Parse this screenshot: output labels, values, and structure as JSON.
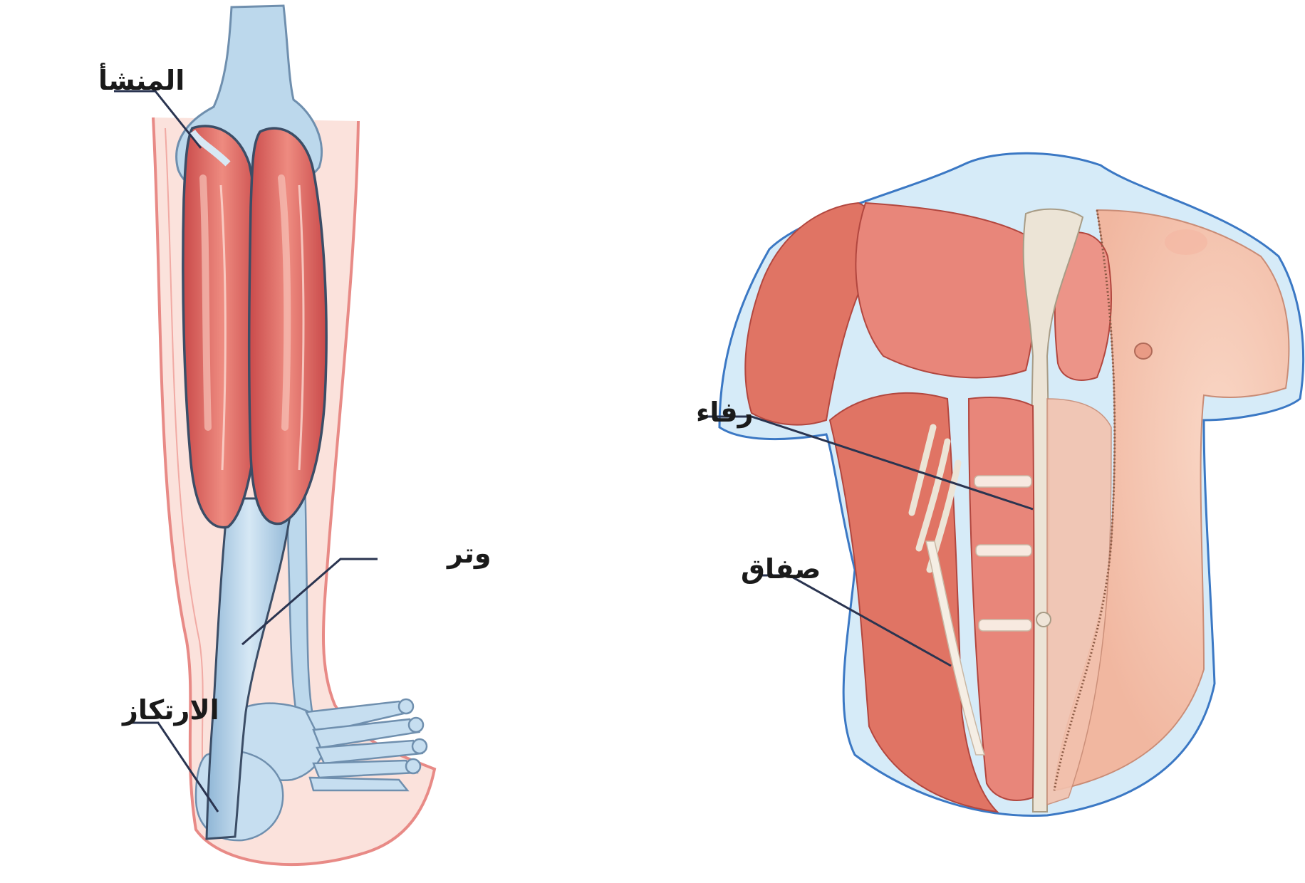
{
  "labels": {
    "origin": "المنشأ",
    "tendon": "وتر",
    "insertion": "الارتكاز",
    "aponeurosis": "رفاء",
    "fascia": "صفاق"
  },
  "colors": {
    "muscle": "#d95a5a",
    "muscle_light": "#ef9d93",
    "bone": "#b9d7ec",
    "skin_outline": "#e88a86",
    "body_halo": "#cfe6f6",
    "skin": "#f6c9b6",
    "sheath": "#ece4d6",
    "leader": "#2a3450"
  }
}
